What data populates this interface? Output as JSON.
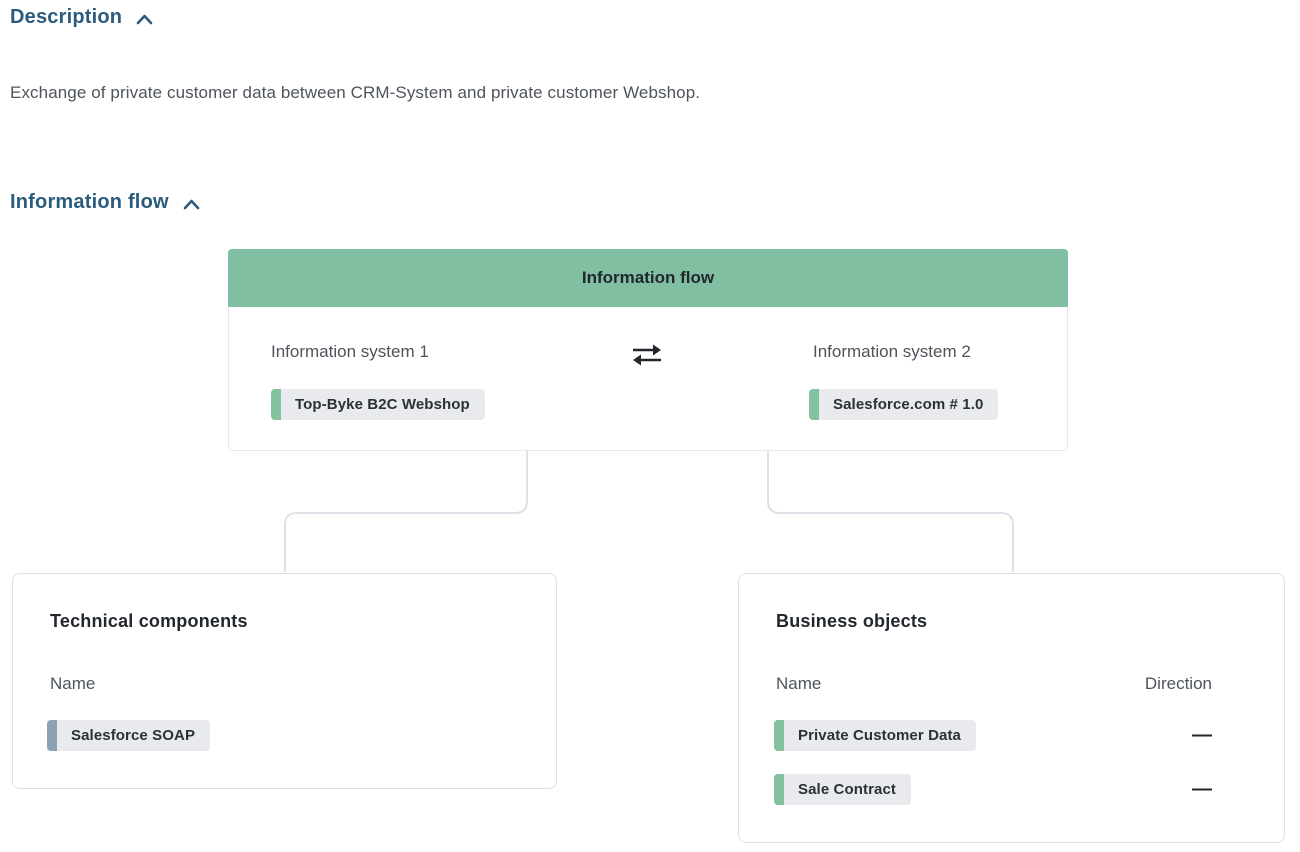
{
  "sections": {
    "description": {
      "title": "Description",
      "body": "Exchange of private customer data between CRM-System and private customer Webshop."
    },
    "information_flow": {
      "title": "Information flow"
    }
  },
  "flow_card": {
    "header": "Information flow",
    "system1": {
      "label": "Information system 1",
      "chip": "Top-Byke B2C Webshop"
    },
    "system2": {
      "label": "Information system 2",
      "chip": "Salesforce.com # 1.0"
    },
    "swap_icon": "bidirectional-arrows"
  },
  "technical_components": {
    "title": "Technical components",
    "columns": {
      "name": "Name"
    },
    "items": [
      {
        "name": "Salesforce SOAP"
      }
    ]
  },
  "business_objects": {
    "title": "Business objects",
    "columns": {
      "name": "Name",
      "direction": "Direction"
    },
    "items": [
      {
        "name": "Private Customer Data",
        "direction": "—"
      },
      {
        "name": "Sale Contract",
        "direction": "—"
      }
    ]
  },
  "colors": {
    "section_header_text": "#2b5c7d",
    "flow_header_bg": "#80bfa2",
    "chip_bg": "#e8eaed",
    "chip_strip_green": "#84c19e",
    "chip_strip_grayblue": "#8ba1b4",
    "card_border": "#dce1e8",
    "connector_line": "#dde2e9",
    "heading_text": "#22272e",
    "label_text": "#4e545b"
  }
}
